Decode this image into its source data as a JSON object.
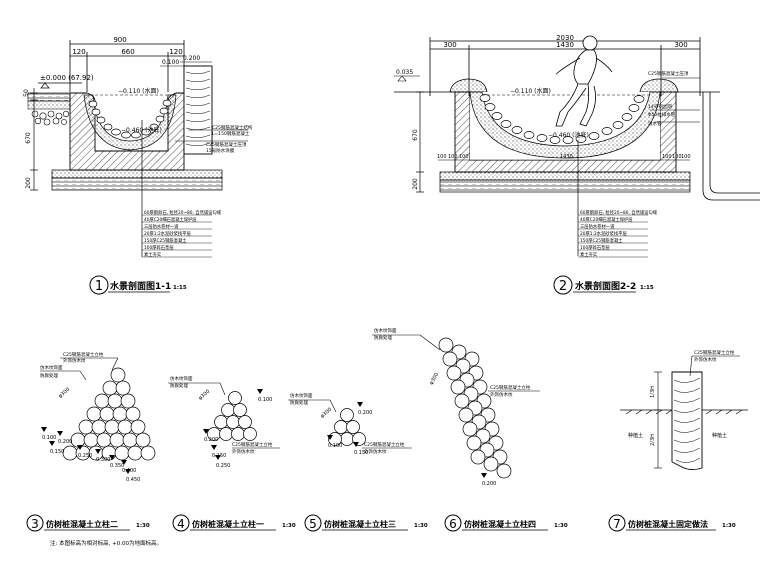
{
  "s1": {
    "dims": {
      "total": "900",
      "left": "120",
      "mid": "660",
      "right": "120"
    },
    "elev_top": "±0.000 (67.92)",
    "elev_100": "0.100",
    "elev_200": "0.200",
    "water": "−0.110 (水面)",
    "bottom": "−0.460 (池底)",
    "left_dims": [
      "50",
      "670",
      "200"
    ],
    "note_r1": "C25钢筋混凝土结构",
    "note_r2": "L=150钢筋混凝土",
    "note_r3": "C25钢筋混凝土压顶",
    "note_r4": "15号防水涂膜",
    "layers": [
      "60厚鹅卵石, 粒径20~80, 自然铺设勾缝",
      "40厚C20细石混凝土保护层",
      "三层防水卷材一道",
      "20厚1:2水泥砂浆找平层",
      "150厚C25钢筋混凝土",
      "100厚碎石垫层",
      "素土夯实"
    ],
    "caption_num": "1",
    "caption": "水景剖面图1-1",
    "scale": "1:15"
  },
  "s2": {
    "dims": {
      "total": "2030",
      "left": "300",
      "mid": "1430",
      "right": "300"
    },
    "elev_left": "0.035",
    "water": "−0.110 (水面)",
    "bottom": "−0.460 (池底)",
    "left_dims": [
      "670",
      "200"
    ],
    "bottom_dims": [
      "100",
      "100",
      "100",
      "100",
      "100",
      "100"
    ],
    "width_1430": "1430",
    "note_r1": "C25钢筋混凝土压顶",
    "note_r2": "14号钢丝网",
    "note_r3": "Φ50给排水管",
    "note_r4": "溢水管",
    "layers": [
      "60厚鹅卵石, 粒径20~80, 自然铺设勾缝",
      "40厚C20细石混凝土保护层",
      "三层防水卷材一道",
      "20厚1:2水泥砂浆找平层",
      "150厚C25钢筋混凝土",
      "100厚碎石垫层",
      "素土夯实"
    ],
    "caption_num": "2",
    "caption": "水景剖面图2-2",
    "scale": "1:15"
  },
  "d3": {
    "n1": "C25钢筋混凝土立柱",
    "n1b": "外饰仿木纹",
    "n2": "仿木纹饰面",
    "n2b": "防腐处理",
    "n3": "φ300",
    "levels": [
      "0.100",
      "0.200",
      "0.150",
      "0.250",
      "0.300",
      "0.350",
      "0.400",
      "0.450"
    ],
    "caption_num": "3",
    "caption": "仿树桩混凝土立柱二",
    "scale": "1:30"
  },
  "d4": {
    "n1": "仿木纹饰面",
    "n1b": "防腐处理",
    "n2": "φ300",
    "n3": "C25钢筋混凝土立柱",
    "n3b": "外饰仿木纹",
    "levels": [
      "0.100",
      "0.200",
      "0.150",
      "0.250"
    ],
    "caption_num": "4",
    "caption": "仿树桩混凝土立柱一",
    "scale": "1:30"
  },
  "d5": {
    "n1": "仿木纹饰面",
    "n1b": "防腐处理",
    "n2": "φ300",
    "n3": "C25钢筋混凝土立柱",
    "n3b": "外饰仿木纹",
    "levels": [
      "0.200",
      "0.100",
      "0.150"
    ],
    "caption_num": "5",
    "caption": "仿树桩混凝土立柱三",
    "scale": "1:30"
  },
  "d6": {
    "n1": "仿木纹饰面",
    "n1b": "防腐处理",
    "n2": "φ300",
    "n3": "C25钢筋混凝土立柱",
    "n3b": "外饰仿木纹",
    "levels": [
      "0.200"
    ],
    "caption_num": "6",
    "caption": "仿树桩混凝土立柱四",
    "scale": "1:30"
  },
  "d7": {
    "n1": "C25钢筋混凝土立柱",
    "n1b": "外饰仿木纹",
    "h1": "1/3H",
    "h2": "2/3H",
    "soil_l": "种植土",
    "soil_r": "种植土",
    "caption_num": "7",
    "caption": "仿树桩混凝土固定做法",
    "scale": "1:30"
  },
  "footnote": "注: 本图标高为相对标高, +0.00为地面标高。"
}
